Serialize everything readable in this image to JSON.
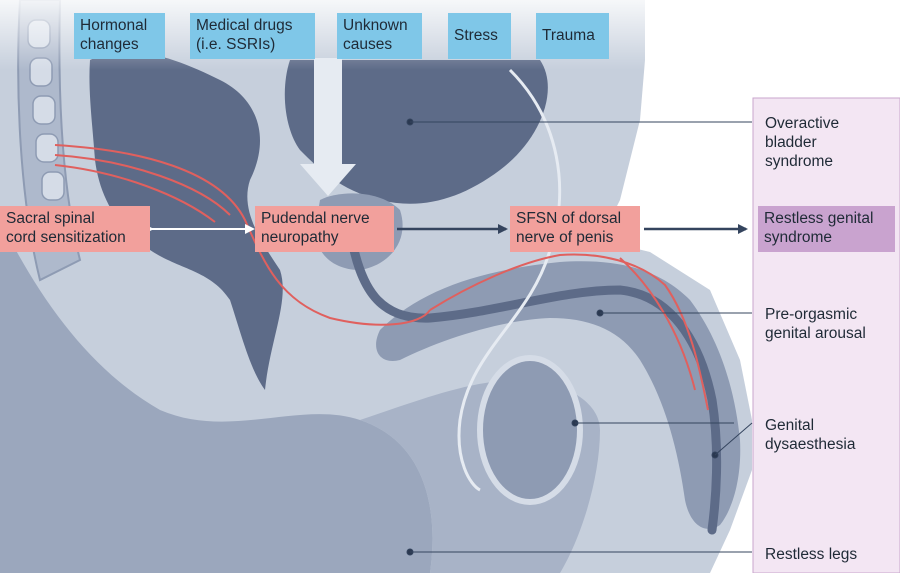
{
  "causes": [
    {
      "label": "Hormonal\nchanges"
    },
    {
      "label": "Medical drugs\n(i.e. SSRIs)"
    },
    {
      "label": "Unknown\ncauses"
    },
    {
      "label": "Stress"
    },
    {
      "label": "Trauma"
    }
  ],
  "mechanisms": {
    "sacral": "Sacral spinal\ncord sensitization",
    "pudendal": "Pudendal nerve\nneuropathy",
    "sfsn": "SFSN of dorsal\nnerve of penis"
  },
  "symptoms": [
    {
      "label": "Overactive\nbladder\nsyndrome"
    },
    {
      "label": "Restless genital\nsyndrome",
      "highlighted": true
    },
    {
      "label": "Pre-orgasmic\ngenital arousal"
    },
    {
      "label": "Genital\ndysaesthesia"
    },
    {
      "label": "Restless legs"
    }
  ],
  "colors": {
    "body_light": "#c6cfdc",
    "body_mid": "#8e9bb3",
    "body_dark": "#5d6b88",
    "cause_box": "#7fc7e8",
    "mechanism_box": "#f2a09c",
    "highlight_box": "#c9a3cf",
    "symptom_panel": "#f3e6f3",
    "nerve": "#e0605e",
    "arrow": "#34445e"
  }
}
